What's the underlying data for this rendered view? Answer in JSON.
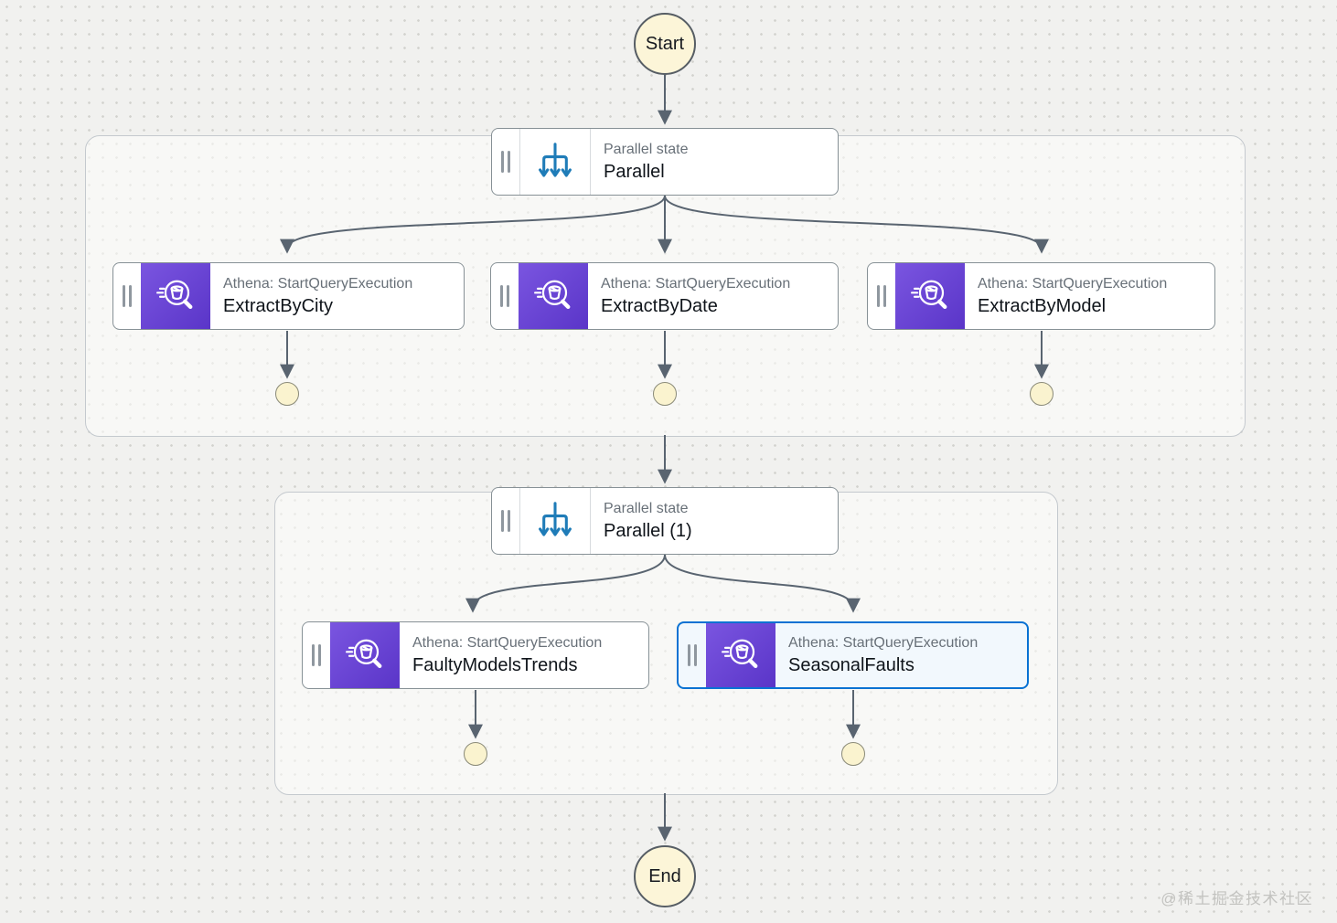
{
  "terminals": {
    "start": "Start",
    "end": "End"
  },
  "states": {
    "parallel_1": {
      "type": "Parallel state",
      "name": "Parallel"
    },
    "extract_by_city": {
      "type": "Athena: StartQueryExecution",
      "name": "ExtractByCity"
    },
    "extract_by_date": {
      "type": "Athena: StartQueryExecution",
      "name": "ExtractByDate"
    },
    "extract_by_model": {
      "type": "Athena: StartQueryExecution",
      "name": "ExtractByModel"
    },
    "parallel_2": {
      "type": "Parallel state",
      "name": "Parallel (1)"
    },
    "faulty_models_trends": {
      "type": "Athena: StartQueryExecution",
      "name": "FaultyModelsTrends"
    },
    "seasonal_faults": {
      "type": "Athena: StartQueryExecution",
      "name": "SeasonalFaults",
      "selected": true
    }
  },
  "icons": {
    "parallel": "parallel-fork-icon",
    "athena": "athena-query-magnifier-icon",
    "drag_handle": "drag-handle-icon"
  },
  "colors": {
    "selection_blue": "#0972d3",
    "athena_purple_light": "#7a55e0",
    "athena_purple_dark": "#5a35c8",
    "parallel_icon_blue": "#1f7cb8",
    "connector_gray": "#596470",
    "terminal_fill": "#fcf5d8",
    "branch_dot_fill": "#faf3cf",
    "canvas_bg": "#f1f1ef"
  },
  "watermark": "@稀土掘金技术社区"
}
